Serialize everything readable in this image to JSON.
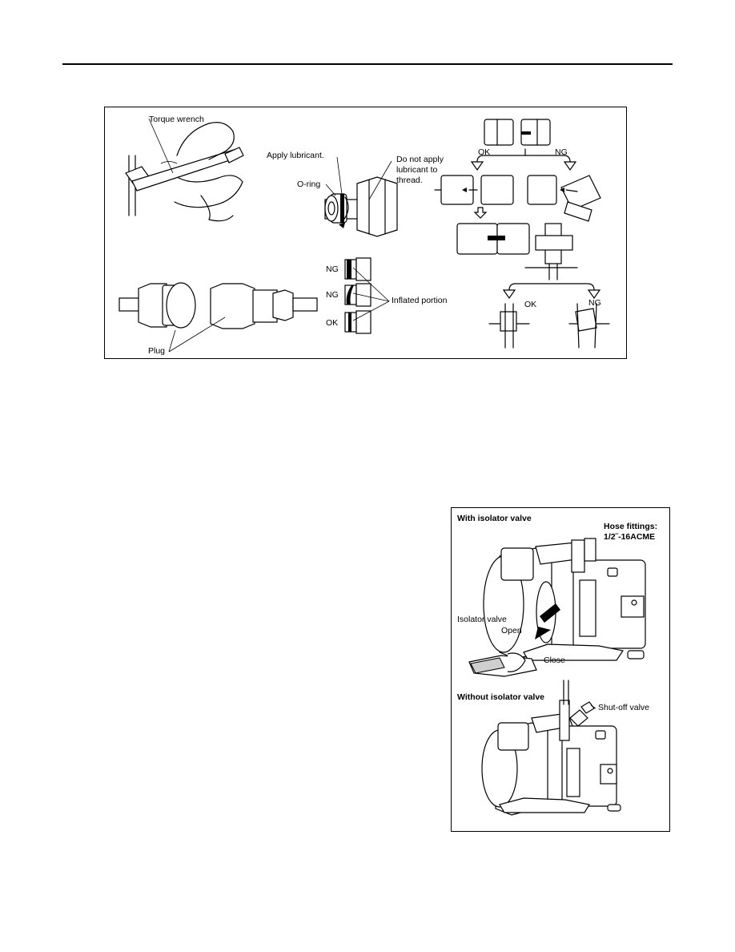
{
  "figure_top": {
    "labels": {
      "torque_wrench": "Torque  wrench",
      "apply_lubricant": "Apply lubricant.",
      "do_not_apply_1": "Do  not  apply",
      "do_not_apply_2": "lubricant  to",
      "do_not_apply_3": "thread.",
      "o_ring": "O-ring",
      "ok_top": "OK",
      "ng_top": "NG",
      "ng_1": "NG",
      "ng_2": "NG",
      "ok_ring": "OK",
      "inflated_portion": "Inflated portion",
      "plug": "Plug",
      "ok_bottom": "OK",
      "ng_bottom": "NG"
    }
  },
  "figure_bottom": {
    "labels": {
      "with_isolator": "With  isolator  valve",
      "hose_fittings_1": "Hose  fittings:",
      "hose_fittings_2": "1/2˝-16ACME",
      "isolator_valve": "Isolator  valve",
      "open": "Open",
      "close": "Close",
      "without_isolator": "Without  isolator  valve",
      "shut_off_valve": "Shut-off  valve"
    }
  }
}
